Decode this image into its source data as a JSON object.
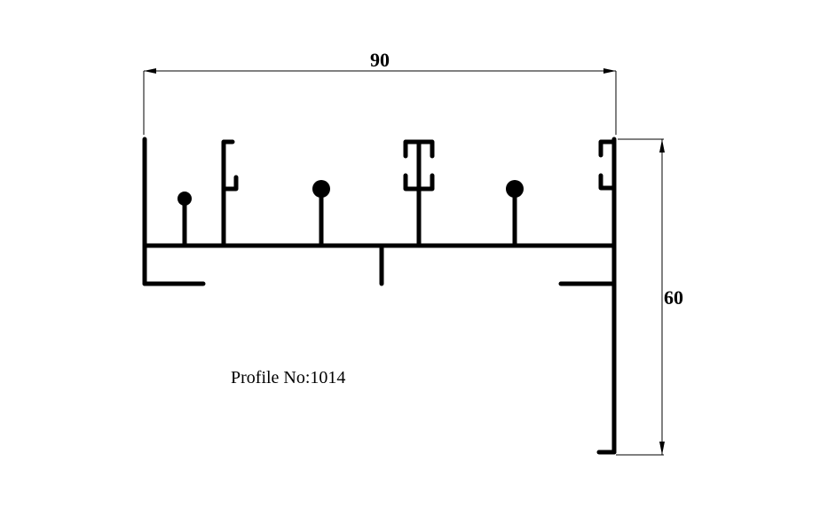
{
  "drawing": {
    "width_dimension": "90",
    "height_dimension": "60",
    "profile_label": "Profile No:1014",
    "stroke_color": "#000000",
    "background_color": "#ffffff"
  }
}
